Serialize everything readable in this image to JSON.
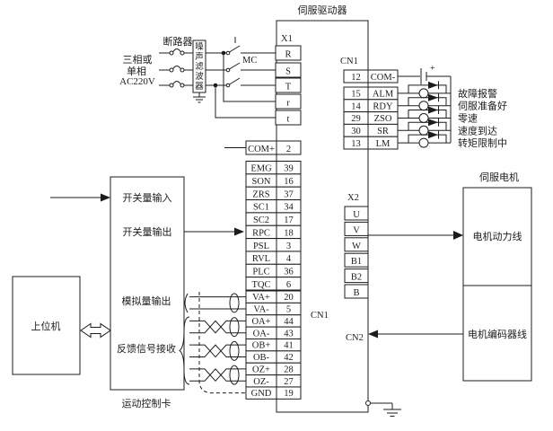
{
  "colors": {
    "line": "#1c1c1c",
    "background": "#ffffff"
  },
  "power_input": {
    "source_label_lines": [
      "三相或",
      "单相",
      "AC220V"
    ],
    "breaker_label": "断路器",
    "noise_filter_label": "噪声滤波器",
    "contactor_label": "MC"
  },
  "servo_drive": {
    "title": "伺服驱动器",
    "x1": {
      "label": "X1",
      "terminals": [
        "R",
        "S",
        "T",
        "r",
        "t"
      ]
    },
    "cn1_left": {
      "label": "CN1",
      "terminals": [
        {
          "name": "COM+",
          "pin": "2"
        },
        {
          "name": "EMG",
          "pin": "39"
        },
        {
          "name": "SON",
          "pin": "16"
        },
        {
          "name": "ZRS",
          "pin": "37"
        },
        {
          "name": "SC1",
          "pin": "34"
        },
        {
          "name": "SC2",
          "pin": "17"
        },
        {
          "name": "RPC",
          "pin": "18"
        },
        {
          "name": "PSL",
          "pin": "3"
        },
        {
          "name": "RVL",
          "pin": "4"
        },
        {
          "name": "PLC",
          "pin": "36"
        },
        {
          "name": "TQC",
          "pin": "6"
        },
        {
          "name": "VA+",
          "pin": "20"
        },
        {
          "name": "VA-",
          "pin": "5"
        },
        {
          "name": "OA+",
          "pin": "44"
        },
        {
          "name": "OA-",
          "pin": "43"
        },
        {
          "name": "OB+",
          "pin": "41"
        },
        {
          "name": "OB-",
          "pin": "42"
        },
        {
          "name": "OZ+",
          "pin": "28"
        },
        {
          "name": "OZ-",
          "pin": "27"
        },
        {
          "name": "GND",
          "pin": "19"
        }
      ]
    },
    "cn1_right": {
      "label": "CN1",
      "battery_polarity": "+",
      "terminals": [
        {
          "pin": "12",
          "name": "COM-",
          "annotation": ""
        },
        {
          "pin": "15",
          "name": "ALM",
          "annotation": "故障报警"
        },
        {
          "pin": "14",
          "name": "RDY",
          "annotation": "伺服准备好"
        },
        {
          "pin": "29",
          "name": "ZSO",
          "annotation": "零速"
        },
        {
          "pin": "30",
          "name": "SR",
          "annotation": "速度到达"
        },
        {
          "pin": "13",
          "name": "LM",
          "annotation": "转矩限制中"
        }
      ]
    },
    "x2": {
      "label": "X2",
      "terminals": [
        "U",
        "V",
        "W",
        "B1",
        "B2",
        "B"
      ]
    },
    "cn2_label": "CN2"
  },
  "motion_card": {
    "label": "运动控制卡",
    "sections": [
      "开关量输入",
      "开关量输出",
      "模拟量输出",
      "反馈信号接收"
    ]
  },
  "host_computer": {
    "label": "上位机"
  },
  "servo_motor": {
    "label": "伺服电机",
    "sections": [
      "电机动力线",
      "电机编码器线"
    ]
  }
}
